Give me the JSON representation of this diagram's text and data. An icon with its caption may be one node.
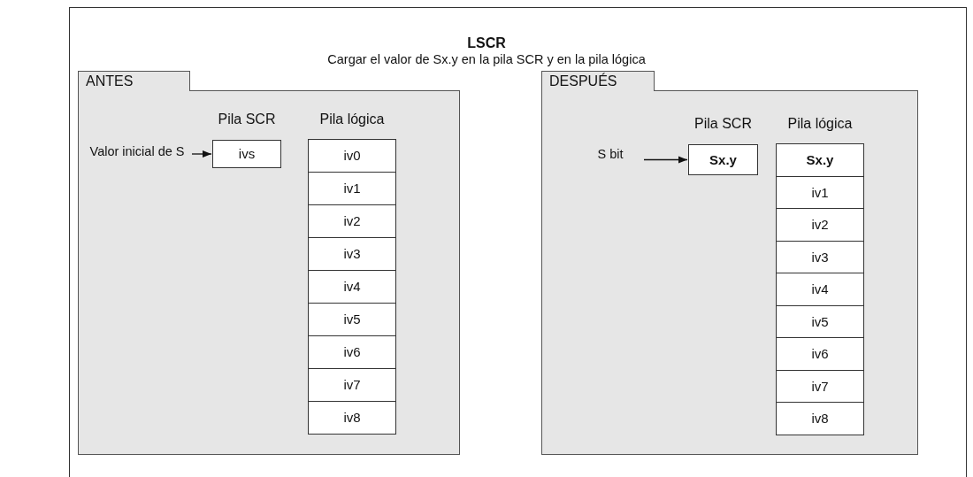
{
  "diagram": {
    "title": "LSCR",
    "nodes": [
      {
        "text": [
          "ANTES"
        ]
      },
      {
        "text": [
          "Valor inicial de S"
        ],
        "in": 0
      },
      {
        "text": [
          "Pila SCR",
          "ivs"
        ],
        "in": 0
      },
      {
        "text": [
          "Pila lógica"
        ],
        "in": 0
      },
      {
        "text": [
          "iv0"
        ],
        "in": 3
      },
      {
        "text": [
          "iv1"
        ],
        "in": 3
      },
      {
        "text": [
          "iv2"
        ],
        "in": 3
      },
      {
        "text": [
          "iv3"
        ],
        "in": 3
      },
      {
        "text": [
          "iv4"
        ],
        "in": 3
      },
      {
        "text": [
          "iv5"
        ],
        "in": 3
      },
      {
        "text": [
          "iv6"
        ],
        "in": 3
      },
      {
        "text": [
          "iv7"
        ],
        "in": 3
      },
      {
        "text": [
          "iv8"
        ],
        "in": 3
      },
      {
        "text": [
          "DESPUÉS"
        ]
      },
      {
        "text": [
          "S bit"
        ],
        "in": 13
      },
      {
        "text": [
          "Pila SCR",
          "Sx.y"
        ],
        "in": 13
      },
      {
        "text": [
          "Pila lógica"
        ],
        "in": 13
      },
      {
        "text": [
          "Sx.y"
        ],
        "in": 16
      },
      {
        "text": [
          "iv1"
        ],
        "in": 16
      },
      {
        "text": [
          "iv2"
        ],
        "in": 16
      },
      {
        "text": [
          "iv3"
        ],
        "in": 16
      },
      {
        "text": [
          "iv4"
        ],
        "in": 16
      },
      {
        "text": [
          "iv5"
        ],
        "in": 16
      },
      {
        "text": [
          "iv6"
        ],
        "in": 16
      },
      {
        "text": [
          "iv7"
        ],
        "in": 16
      },
      {
        "text": [
          "iv8"
        ],
        "in": 16
      }
    ],
    "edges": [
      {
        "from": 1,
        "to": 2,
        "arrow": "to"
      },
      {
        "from": 14,
        "to": 15,
        "arrow": "to"
      }
    ],
    "labels": [
      "Cargar el valor de Sx.y en la pila SCR y en la pila lógica"
    ]
  }
}
